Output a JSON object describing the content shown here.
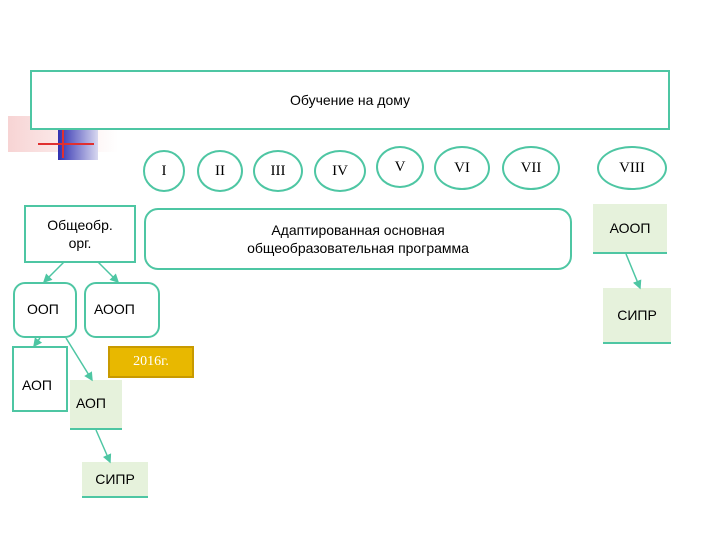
{
  "header": {
    "title": "Обучение на дому"
  },
  "roman_types": [
    "I",
    "II",
    "III",
    "IV",
    "V",
    "VI",
    "VII",
    "VIII"
  ],
  "program_box": {
    "line1": "Адаптированная основная",
    "line2": "общеобразовательная программа"
  },
  "general_org": {
    "line1": "Общеобр.",
    "line2": "орг."
  },
  "left_tree": {
    "oop": "ООП",
    "aoop": "АООП",
    "aop_left": "АОП",
    "aop_right": "АОП",
    "year_badge": "2016г.",
    "sipr": "СИПР"
  },
  "right_tree": {
    "aoop": "АООП",
    "sipr": "СИПР"
  },
  "colors": {
    "teal": "#4ec6a3",
    "year_fill": "#e8b800",
    "year_border": "#c89a00",
    "green_fill": "#e6f2dc",
    "deco_blue": "#2a2aa0",
    "deco_red": "#e03030"
  }
}
